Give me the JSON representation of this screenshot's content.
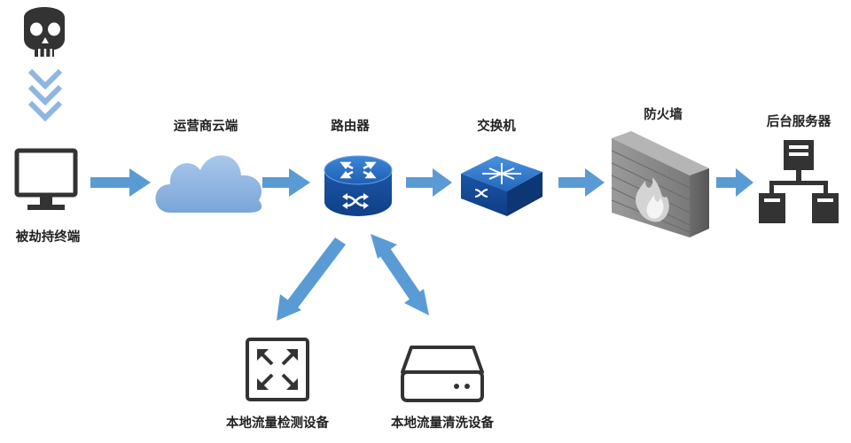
{
  "nodes": {
    "hijacked_terminal": "被劫持终端",
    "carrier_cloud": "运营商云端",
    "router": "路由器",
    "switch": "交换机",
    "firewall": "防火墙",
    "backend_server": "后台服务器",
    "local_detection": "本地流量检测设备",
    "local_scrubbing": "本地流量清洗设备"
  },
  "icons": {
    "attacker": "skull-icon",
    "terminal": "monitor-icon",
    "cloud": "cloud-icon",
    "router": "router-icon",
    "switch": "switch-icon",
    "firewall": "firewall-icon",
    "server": "server-tree-icon",
    "detection": "expand-arrows-icon",
    "scrubbing": "storage-drive-icon"
  },
  "colors": {
    "arrow": "#5b9bd5",
    "cloud": "#8db3df",
    "device_blue": "#1f5fb3",
    "icon_dark": "#333333",
    "firewall_gray": "#8a8a8a"
  }
}
